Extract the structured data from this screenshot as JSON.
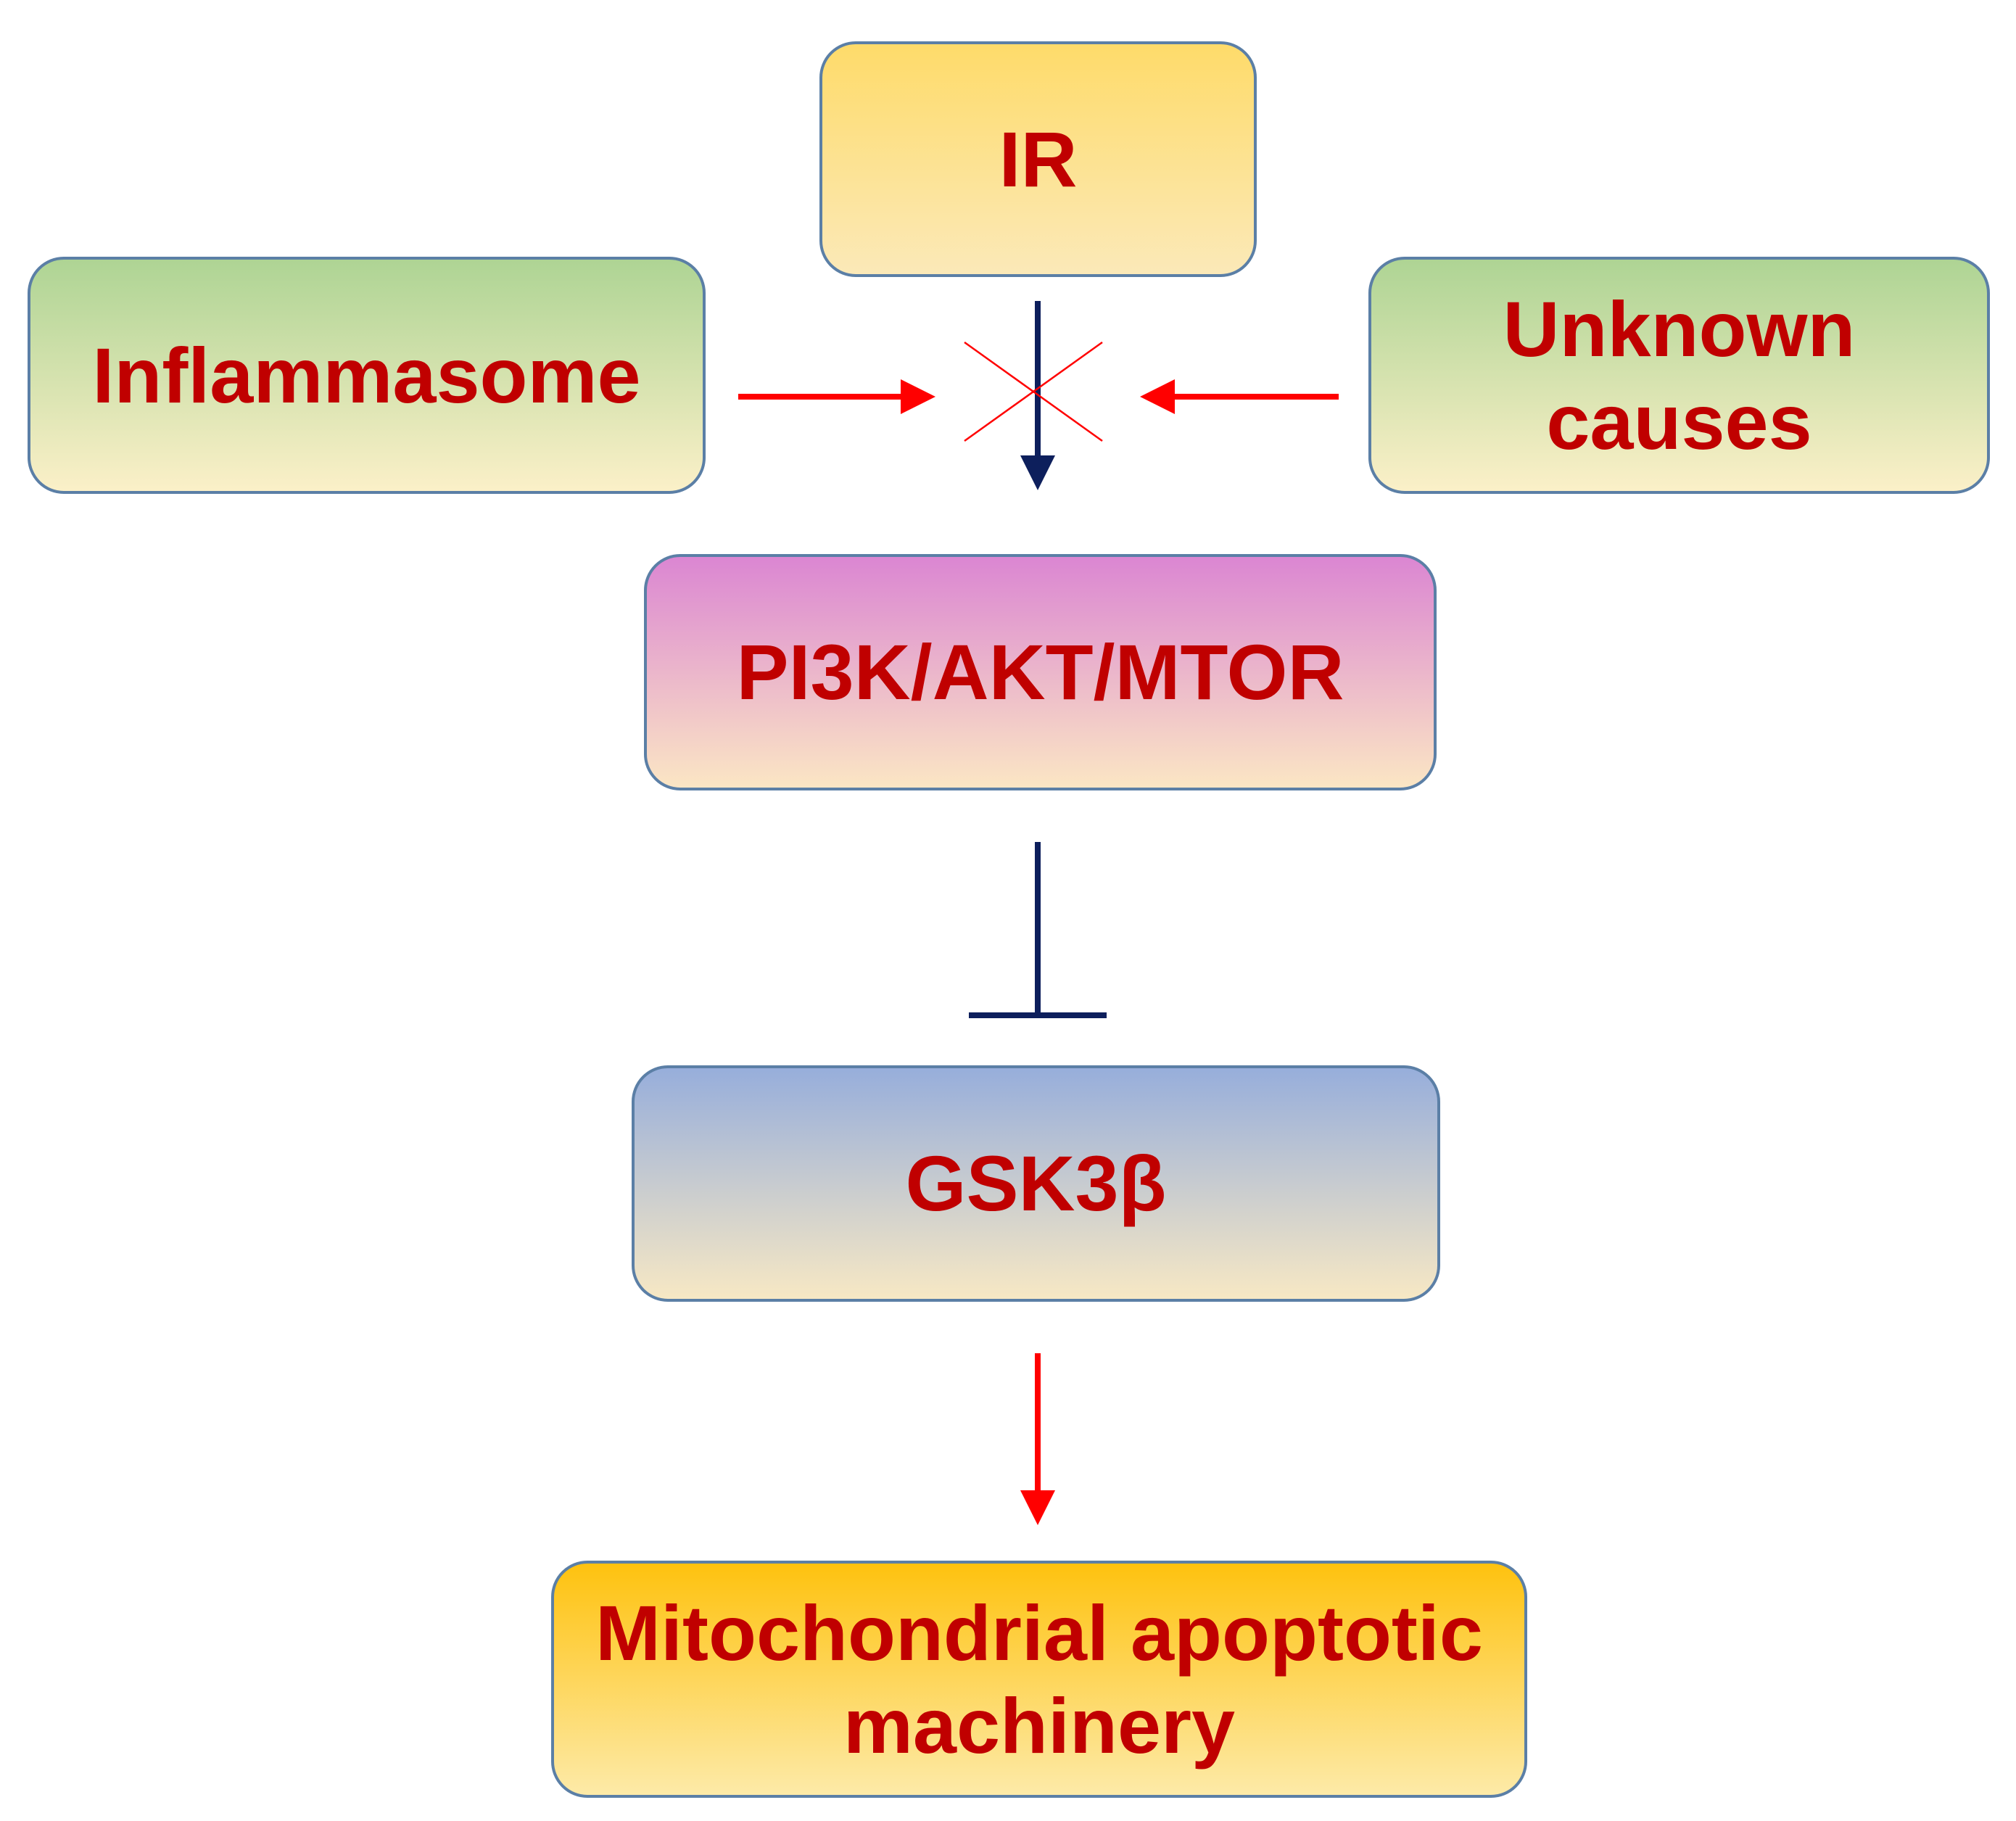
{
  "nodes": {
    "ir": {
      "label": "IR"
    },
    "inflammasome": {
      "label": "Inflammasome"
    },
    "unknown": {
      "line1": "Unknown",
      "line2": "causes"
    },
    "pi3k": {
      "label": "PI3K/AKT/MTOR"
    },
    "gsk": {
      "label": "GSK3β"
    },
    "mito": {
      "line1": "Mitochondrial apoptotic",
      "line2": "machinery"
    }
  },
  "colors": {
    "text": "#c00000",
    "border": "#5b7fa6",
    "activation_arrow": "#ff0000",
    "blocked_arrow": "#0d1f5c",
    "inhibition_bar": "#0d1f5c",
    "cross_mark": "#ff0000"
  },
  "edges": [
    {
      "from": "IR",
      "to": "PI3K/AKT/MTOR",
      "type": "activation-blocked"
    },
    {
      "from": "Inflammasome",
      "to": "IR -> PI3K/AKT/MTOR",
      "type": "activation"
    },
    {
      "from": "Unknown causes",
      "to": "IR -> PI3K/AKT/MTOR",
      "type": "activation"
    },
    {
      "from": "PI3K/AKT/MTOR",
      "to": "GSK3β",
      "type": "inhibition"
    },
    {
      "from": "GSK3β",
      "to": "Mitochondrial apoptotic machinery",
      "type": "activation"
    }
  ]
}
